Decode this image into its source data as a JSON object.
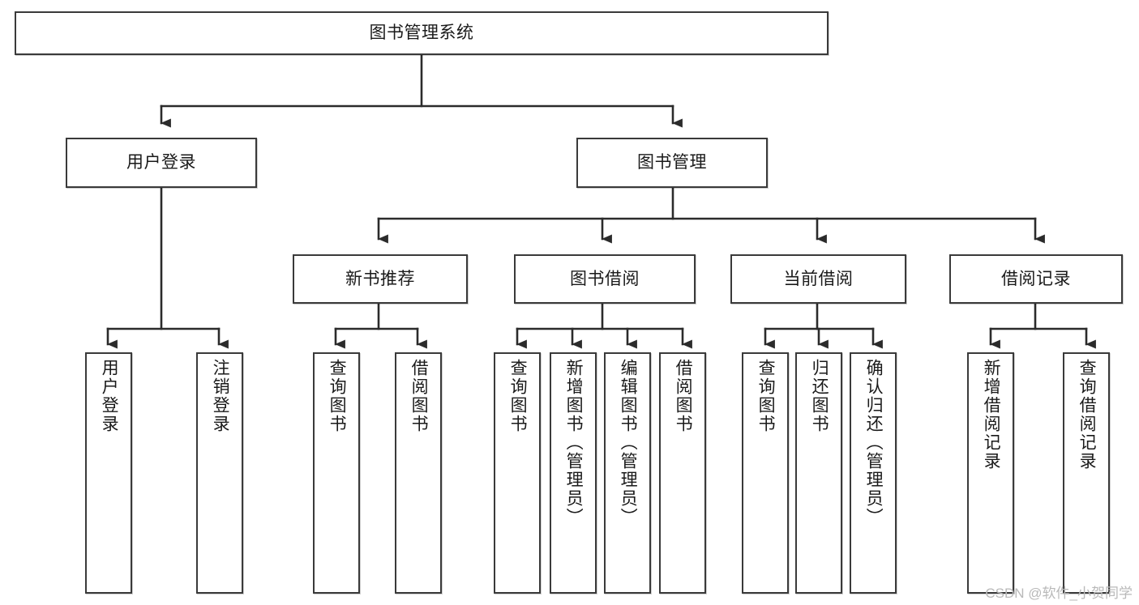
{
  "diagram": {
    "title": "图书管理系统",
    "type": "tree-hierarchy-diagram",
    "colors": {
      "box_border": "#3a3a3a",
      "box_fill": "#ffffff",
      "connector": "#2b2b2b",
      "text": "#1a1a1a",
      "watermark": "#b9b9b9"
    },
    "nodes": {
      "root": {
        "label": "图书管理系统"
      },
      "level2": [
        {
          "id": "user-login",
          "label": "用户登录"
        },
        {
          "id": "book-management",
          "label": "图书管理"
        }
      ],
      "level3": [
        {
          "id": "new-book-recommend",
          "label": "新书推荐"
        },
        {
          "id": "book-borrow",
          "label": "图书借阅"
        },
        {
          "id": "current-borrow",
          "label": "当前借阅"
        },
        {
          "id": "borrow-record",
          "label": "借阅记录"
        }
      ],
      "leaves": {
        "user-login": [
          {
            "id": "leaf-user-login",
            "label": "用户登录"
          },
          {
            "id": "leaf-logout-login",
            "label": "注销登录"
          }
        ],
        "new-book-recommend": [
          {
            "id": "leaf-query-book-1",
            "label": "查询图书"
          },
          {
            "id": "leaf-borrow-book-1",
            "label": "借阅图书"
          }
        ],
        "book-borrow": [
          {
            "id": "leaf-query-book-2",
            "label": "查询图书"
          },
          {
            "id": "leaf-add-book-admin",
            "label": "新增图书（管理员）"
          },
          {
            "id": "leaf-edit-book-admin",
            "label": "编辑图书（管理员）"
          },
          {
            "id": "leaf-borrow-book-2",
            "label": "借阅图书"
          }
        ],
        "current-borrow": [
          {
            "id": "leaf-query-book-3",
            "label": "查询图书"
          },
          {
            "id": "leaf-return-book",
            "label": "归还图书"
          },
          {
            "id": "leaf-confirm-return-admin",
            "label": "确认归还（管理员）"
          }
        ],
        "borrow-record": [
          {
            "id": "leaf-add-borrow-record",
            "label": "新增借阅记录"
          },
          {
            "id": "leaf-query-borrow-record",
            "label": "查询借阅记录"
          }
        ]
      }
    },
    "watermark": "CSDN @软件_小贺同学"
  }
}
